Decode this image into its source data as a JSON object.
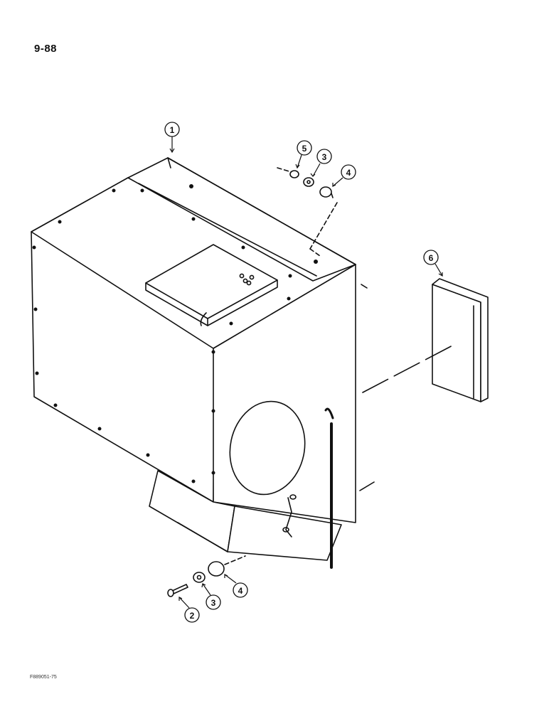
{
  "page_number": "9-88",
  "figure_code": "F889051-75",
  "callouts": [
    {
      "id": "callout-1-top",
      "label": "1"
    },
    {
      "id": "callout-5",
      "label": "5"
    },
    {
      "id": "callout-3-top",
      "label": "3"
    },
    {
      "id": "callout-4-top",
      "label": "4"
    },
    {
      "id": "callout-6",
      "label": "6"
    },
    {
      "id": "callout-2",
      "label": "2"
    },
    {
      "id": "callout-3-bottom",
      "label": "3"
    },
    {
      "id": "callout-4-bottom",
      "label": "4"
    }
  ],
  "parts": {
    "housing": "1",
    "bolt": "2",
    "washer": "3",
    "isolator_mount": "4",
    "nut": "5",
    "filter": "6"
  },
  "colors": {
    "line": "#111111",
    "paper": "#ffffff"
  }
}
